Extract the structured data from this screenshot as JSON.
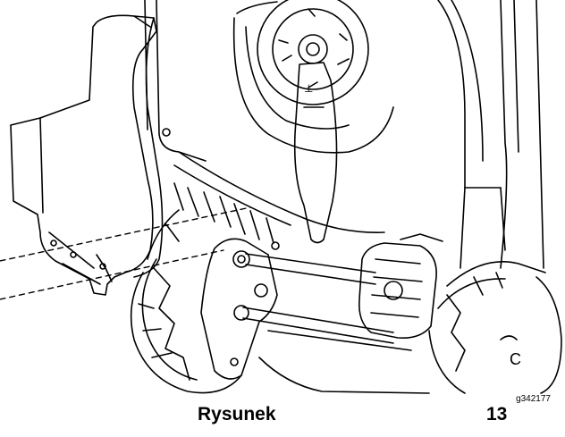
{
  "figure": {
    "image_code": "g342177",
    "caption_label": "Rysunek",
    "caption_number": "13"
  }
}
